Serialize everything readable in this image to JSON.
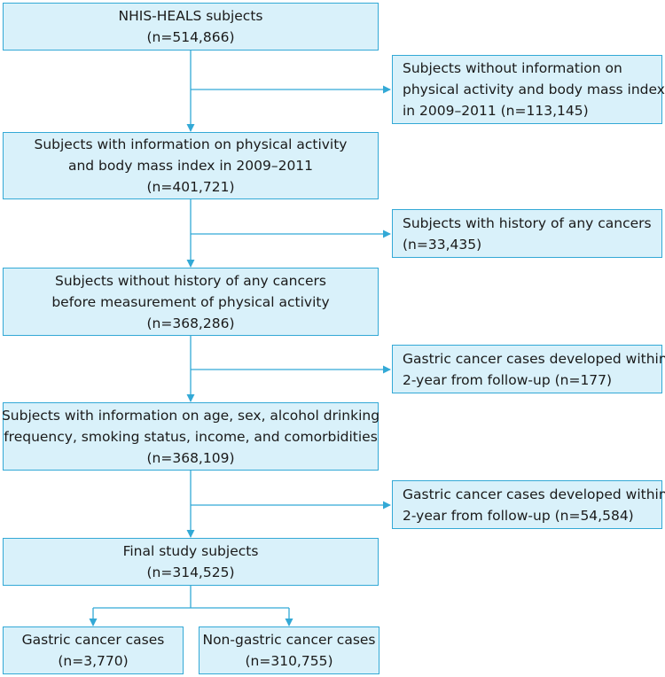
{
  "main_boxes": [
    {
      "lines": [
        "NHIS-HEALS subjects",
        "(n=514,866)"
      ]
    },
    {
      "lines": [
        "Subjects with information on physical activity",
        "and body mass index in 2009–2011",
        "(n=401,721)"
      ]
    },
    {
      "lines": [
        "Subjects without history of any cancers",
        "before measurement of physical activity",
        "(n=368,286)"
      ]
    },
    {
      "lines": [
        "Subjects with information on age, sex, alcohol drinking",
        "frequency, smoking status, income, and comorbidities",
        "(n=368,109)"
      ]
    },
    {
      "lines": [
        "Final study subjects",
        "(n=314,525)"
      ]
    }
  ],
  "side_boxes": [
    {
      "lines": [
        "Subjects without information on",
        "physical activity and body mass index",
        "in 2009–2011 (n=113,145)"
      ]
    },
    {
      "lines": [
        "Subjects with history of any cancers",
        "(n=33,435)"
      ]
    },
    {
      "lines": [
        "Gastric cancer cases developed within",
        "2-year from follow-up (n=177)"
      ]
    },
    {
      "lines": [
        "Gastric cancer cases developed within",
        "2-year from follow-up (n=54,584)"
      ]
    }
  ],
  "outcome_boxes": [
    {
      "lines": [
        "Gastric cancer cases",
        "(n=3,770)"
      ]
    },
    {
      "lines": [
        "Non-gastric cancer cases",
        "(n=310,755)"
      ]
    }
  ],
  "colors": {
    "box_fill": "#d9f1fa",
    "box_border": "#33a9d6",
    "arrow": "#33a9d6"
  }
}
